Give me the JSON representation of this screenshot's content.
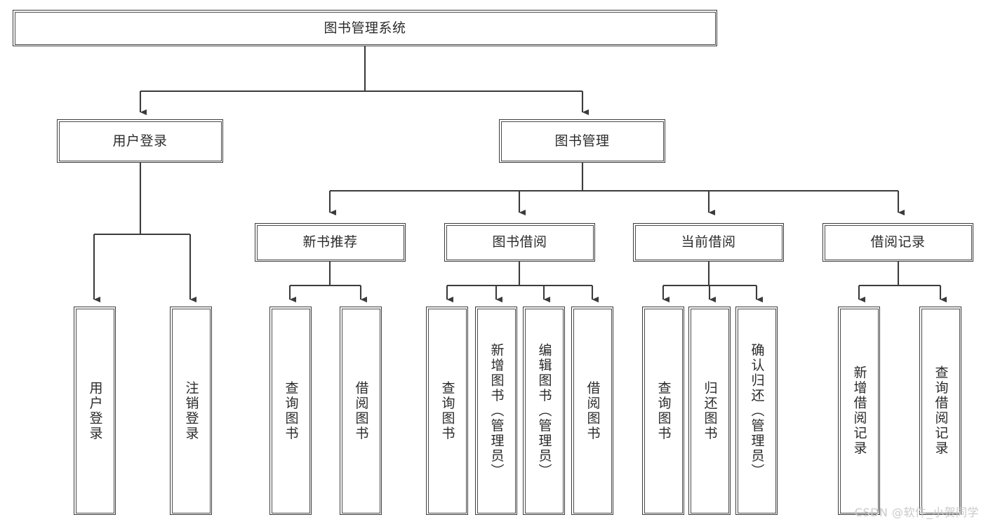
{
  "diagram": {
    "title": "图书管理系统",
    "type": "tree-hierarchy",
    "colors": {
      "stroke": "#3b3b3b",
      "fill": "#ffffff",
      "text": "#2b2b2b",
      "watermark": "#c9c9c9"
    },
    "root": {
      "label": "图书管理系统"
    },
    "level2": [
      {
        "label": "用户登录"
      },
      {
        "label": "图书管理"
      }
    ],
    "level3": [
      {
        "label": "新书推荐"
      },
      {
        "label": "图书借阅"
      },
      {
        "label": "当前借阅"
      },
      {
        "label": "借阅记录"
      }
    ],
    "leaves": [
      {
        "label": "用户登录"
      },
      {
        "label": "注销登录"
      },
      {
        "label": "查询图书"
      },
      {
        "label": "借阅图书"
      },
      {
        "label": "查询图书"
      },
      {
        "label": "新增图书（管理员）"
      },
      {
        "label": "编辑图书（管理员）"
      },
      {
        "label": "借阅图书"
      },
      {
        "label": "查询图书"
      },
      {
        "label": "归还图书"
      },
      {
        "label": "确认归还（管理员）"
      },
      {
        "label": "新增借阅记录"
      },
      {
        "label": "查询借阅记录"
      }
    ]
  },
  "watermark": {
    "text": "CSDN @软件_小贺同学"
  }
}
